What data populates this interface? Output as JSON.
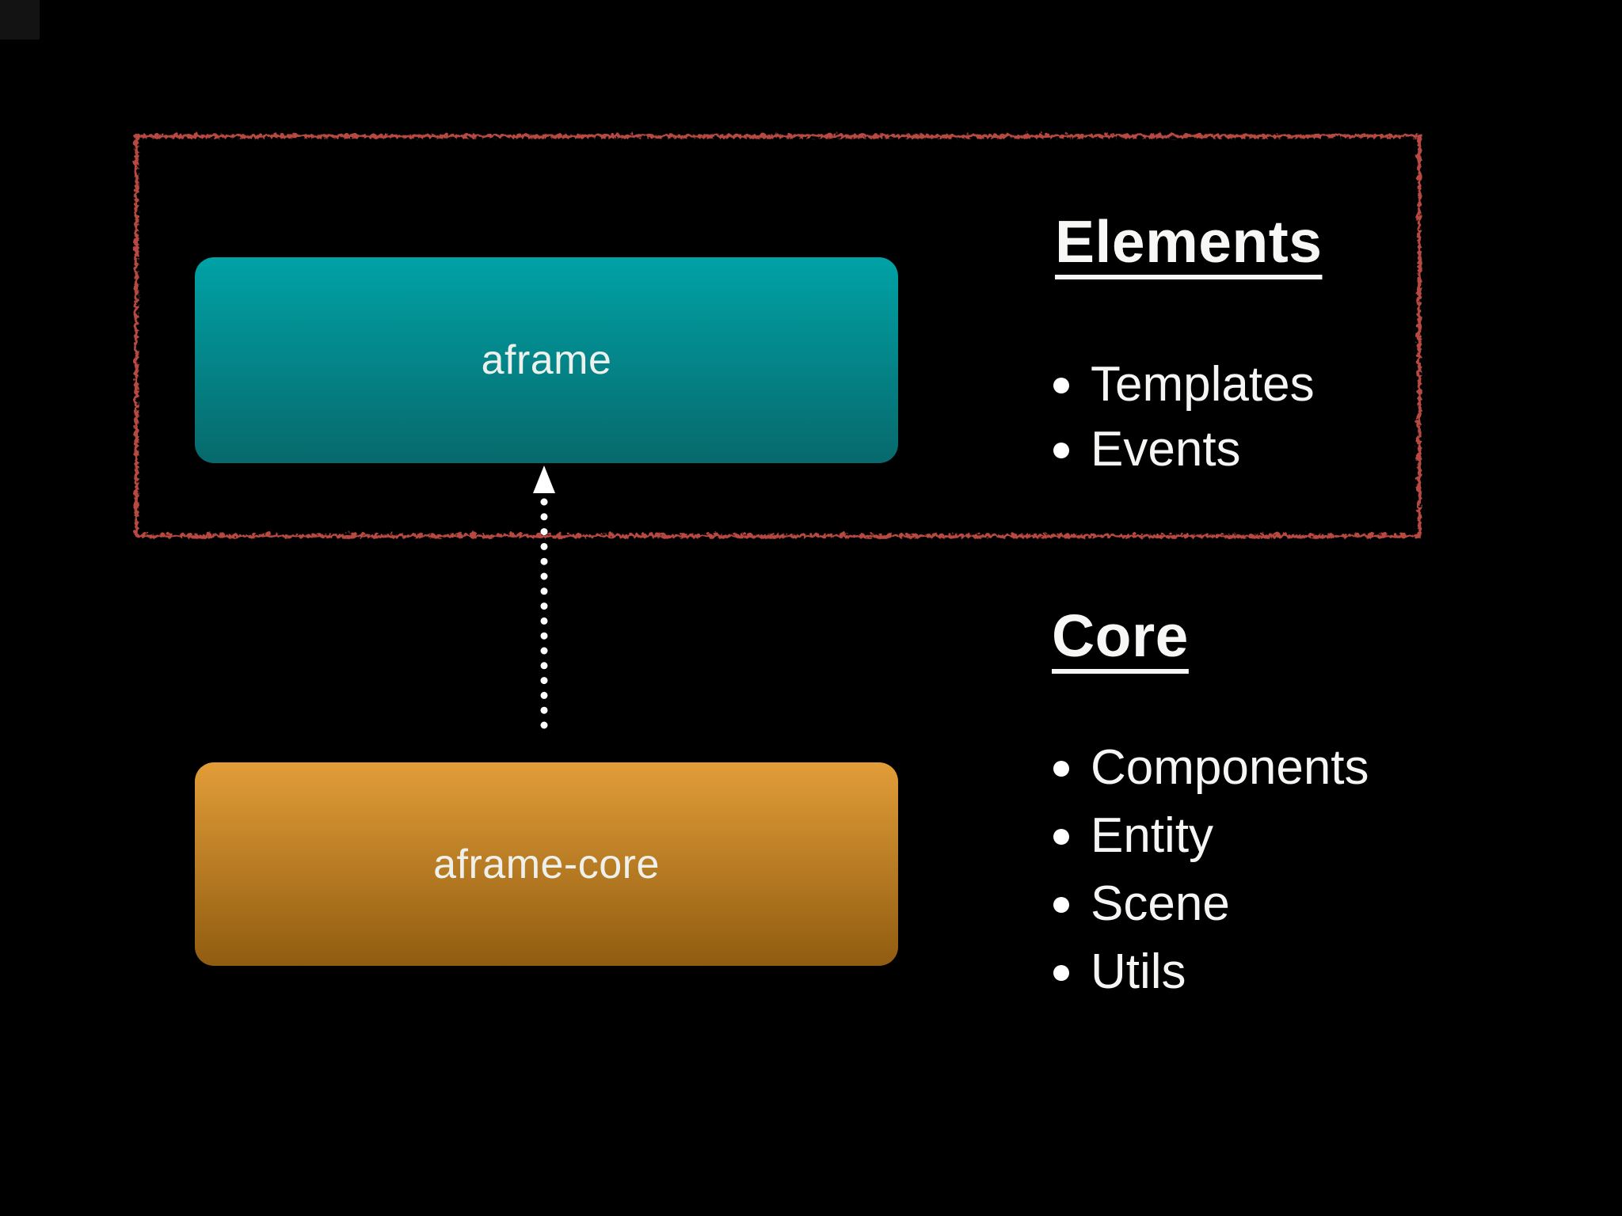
{
  "slide": {
    "background": "#000000"
  },
  "elements_group": {
    "title": "Elements",
    "items": [
      "Templates",
      "Events"
    ]
  },
  "core_group": {
    "title": "Core",
    "items": [
      "Components",
      "Entity",
      "Scene",
      "Utils"
    ]
  },
  "nodes": {
    "aframe": {
      "label": "aframe"
    },
    "aframe_core": {
      "label": "aframe-core"
    }
  },
  "connector": {
    "type": "dotted-arrow",
    "direction": "up",
    "color": "#ffffff"
  },
  "css_vars": {
    "slide-bg": "#000000",
    "corner-color": "#131313",
    "frame-red": "#b84a43",
    "teal-top": "#00a2a6",
    "teal-bottom": "#07696c",
    "orange-top": "#e29d38",
    "orange-bottom": "#905c10",
    "arrow-white": "#ffffff"
  }
}
